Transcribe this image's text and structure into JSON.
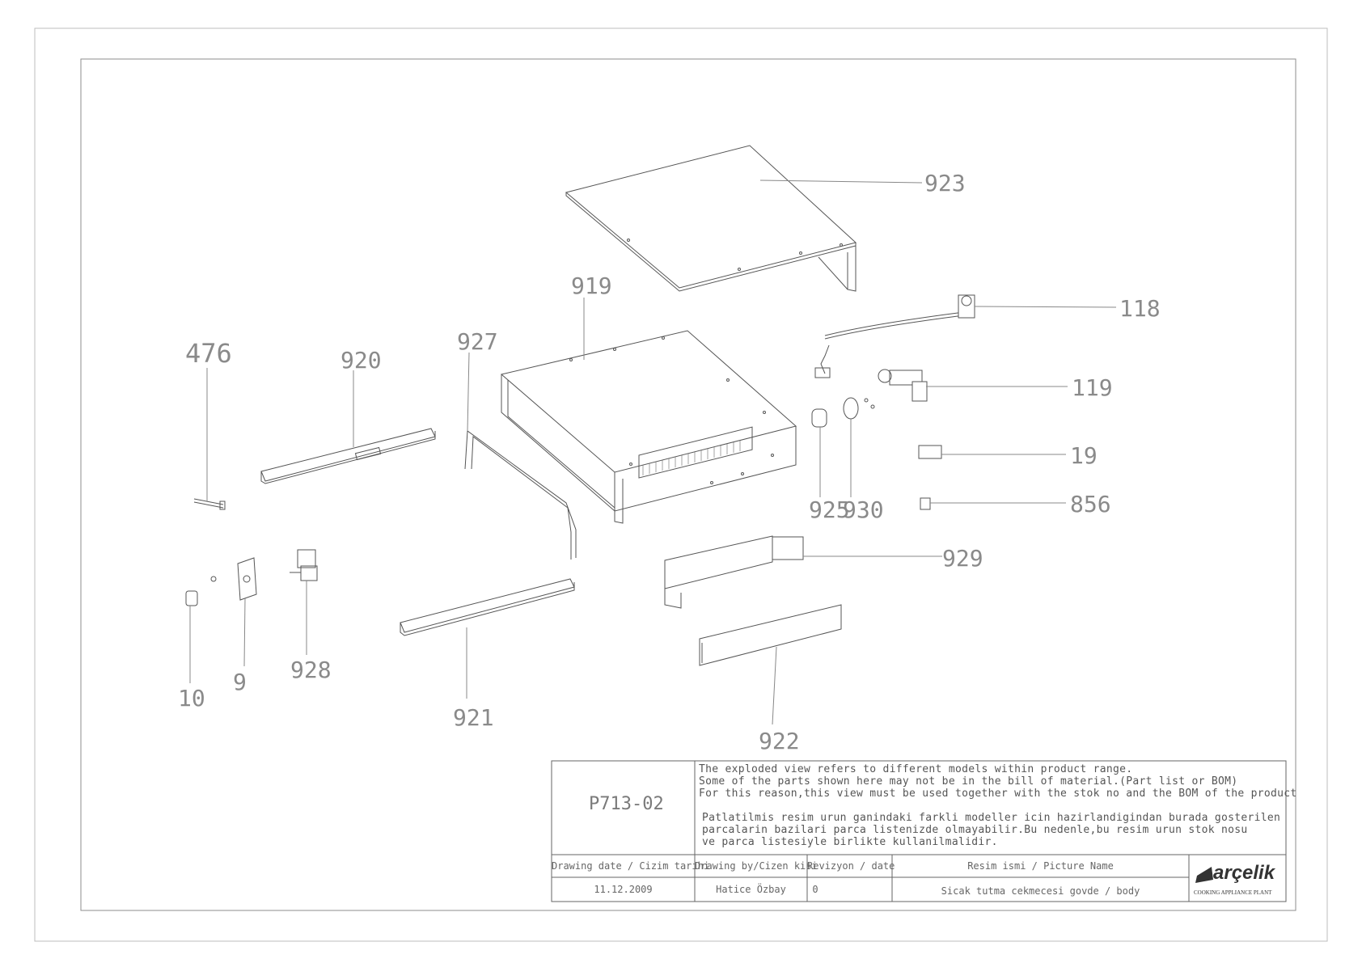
{
  "callouts": {
    "c476": "476",
    "c920": "920",
    "c927": "927",
    "c919": "919",
    "c923": "923",
    "c118": "118",
    "c119": "119",
    "c19": "19",
    "c856": "856",
    "c925": "925",
    "c930": "930",
    "c929": "929",
    "c921": "921",
    "c922": "922",
    "c928": "928",
    "c9": "9",
    "c10": "10"
  },
  "title_block": {
    "drawing_no": "P713-02",
    "note_en": [
      "The exploded view refers to different models within product range.",
      "Some of the parts shown here may not be in the bill of material.(Part list or BOM)",
      "For this reason,this view must be used together with the stok no and the BOM of the product"
    ],
    "note_tr": [
      "Patlatilmis resim urun ganindaki farkli modeller icin hazirlandigindan burada gosterilen",
      "parcalarin bazilari parca listenizde olmayabilir.Bu nedenle,bu resim urun stok nosu",
      "ve parca listesiyle birlikte kullanilmalidir."
    ],
    "headers": {
      "drawing_date": "Drawing date / Cizim tarihi",
      "drawing_by": "Drawing by/Cizen kisi",
      "revision": "Revizyon / date",
      "picture_name": "Resim ismi / Picture Name"
    },
    "values": {
      "drawing_date": "11.12.2009",
      "drawing_by": "Hatice Özbay",
      "revision": "0",
      "picture_name": "Sicak tutma cekmecesi govde / body"
    },
    "logo": "arçelik",
    "plant": "COOKING APPLIANCE PLANT"
  }
}
